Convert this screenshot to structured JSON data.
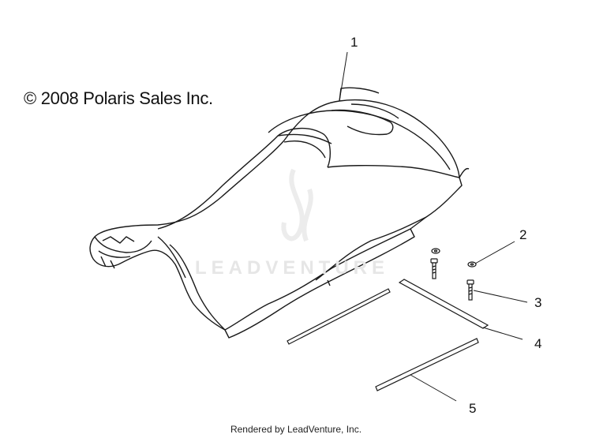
{
  "copyright": "© 2008 Polaris Sales Inc.",
  "watermark": "LEADVENTURE",
  "footer": "Rendered by LeadVenture, Inc.",
  "callouts": [
    {
      "number": "1"
    },
    {
      "number": "2"
    },
    {
      "number": "3"
    },
    {
      "number": "4"
    },
    {
      "number": "5"
    }
  ]
}
